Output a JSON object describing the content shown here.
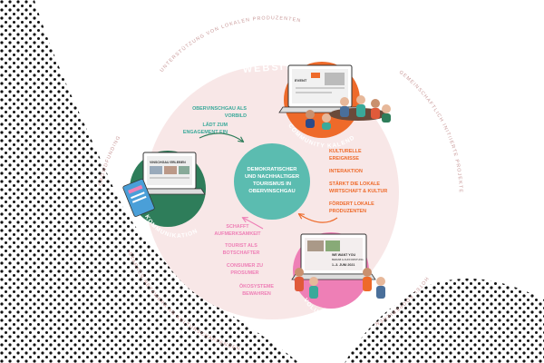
{
  "colors": {
    "circle": "#f8e7e7",
    "center": "#5bbcb0",
    "orange": "#ee6a2a",
    "green": "#2e7d5a",
    "pink": "#ee7fb6",
    "teal": "#3aa99a",
    "label": "#c99a9a",
    "dots": "#111111"
  },
  "website_title": "WEBSITE",
  "center": {
    "line1": "DEMOKRATISCHER",
    "line2": "UND NACHHALTIGER",
    "line3": "TOURISMUS IN",
    "line4": "OBERVINSCHGAU"
  },
  "outer": {
    "top": "UNTERSTÜTZUNG VON LOKALEN PRODUZENTEN",
    "right": "GEMEINSCHAFTLICH INITIIERTE PROJEKTE",
    "bottom_right": "HOTEL KOOPERIEREN",
    "bottom_left": "STARKES NETZWERK AN KULTURSCHAFFENDEN",
    "left": "CROWDFUNDING"
  },
  "nodes": {
    "community": "COMMUNITY KALENDER",
    "kommunikation": "KOMMUNIKATION",
    "voluntourism": "VOLUNTOURISM"
  },
  "green_text": {
    "l1": "OBERVINSCHGAU ALS",
    "l2": "VORBILD",
    "l3": "LÄDT ZUM",
    "l4": "ENGAGEMENT EIN"
  },
  "orange_text": {
    "l1": "KULTURELLE",
    "l2": "EREIGNISSE",
    "l3": "INTERAKTION",
    "l4": "STÄRKT DIE LOKALE",
    "l5": "WIRTSCHAFT & KULTUR",
    "l6": "FÖRDERT LOKALE",
    "l7": "PRODUZENTEN"
  },
  "pink_text": {
    "l1": "SCHAFFT",
    "l2": "AUFMERKSAMKEIT",
    "l3": "TOURIST ALS",
    "l4": "BOTSCHAFTER",
    "l5": "CONSUMER ZU",
    "l6": "PROSUMER",
    "l7": "ÖKOSYSTEME",
    "l8": "BEWAHREN"
  },
  "laptop_kommunikation": "VINSCHGAU ERLEBEN",
  "laptop_volun": {
    "l1": "WE WANT YOU",
    "l2": "BEIDAB & AUFFORSTUNG",
    "l3": "1.-3. JUNI 2021"
  },
  "laptop_kal": "EVENT"
}
